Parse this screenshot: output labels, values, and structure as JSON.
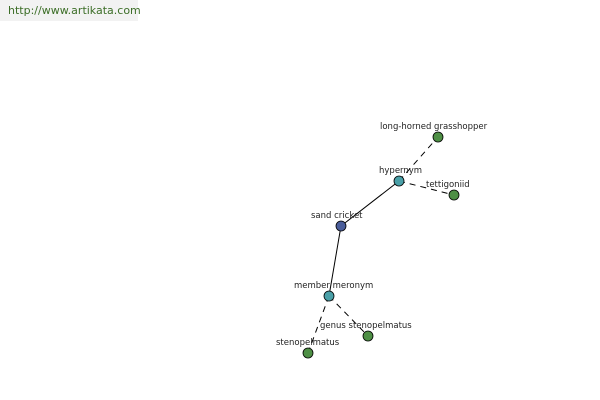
{
  "url": "http://www.artikata.com",
  "nodes": {
    "sand_cricket": {
      "label": "sand cricket",
      "color": "#4a5d9a"
    },
    "hypernym": {
      "label": "hypernym",
      "color": "#4aa0a8"
    },
    "long_horned_grasshopper": {
      "label": "long-horned grasshopper",
      "color": "#4e8f45"
    },
    "tettigoniid": {
      "label": "tettigoniid",
      "color": "#4e8f45"
    },
    "member_meronym": {
      "label": "member meronym",
      "color": "#4aa0a8"
    },
    "genus_stenopelmatus": {
      "label": "genus stenopelmatus",
      "color": "#4e8f45"
    },
    "stenopelmatus": {
      "label": "stenopelmatus",
      "color": "#4e8f45"
    }
  }
}
